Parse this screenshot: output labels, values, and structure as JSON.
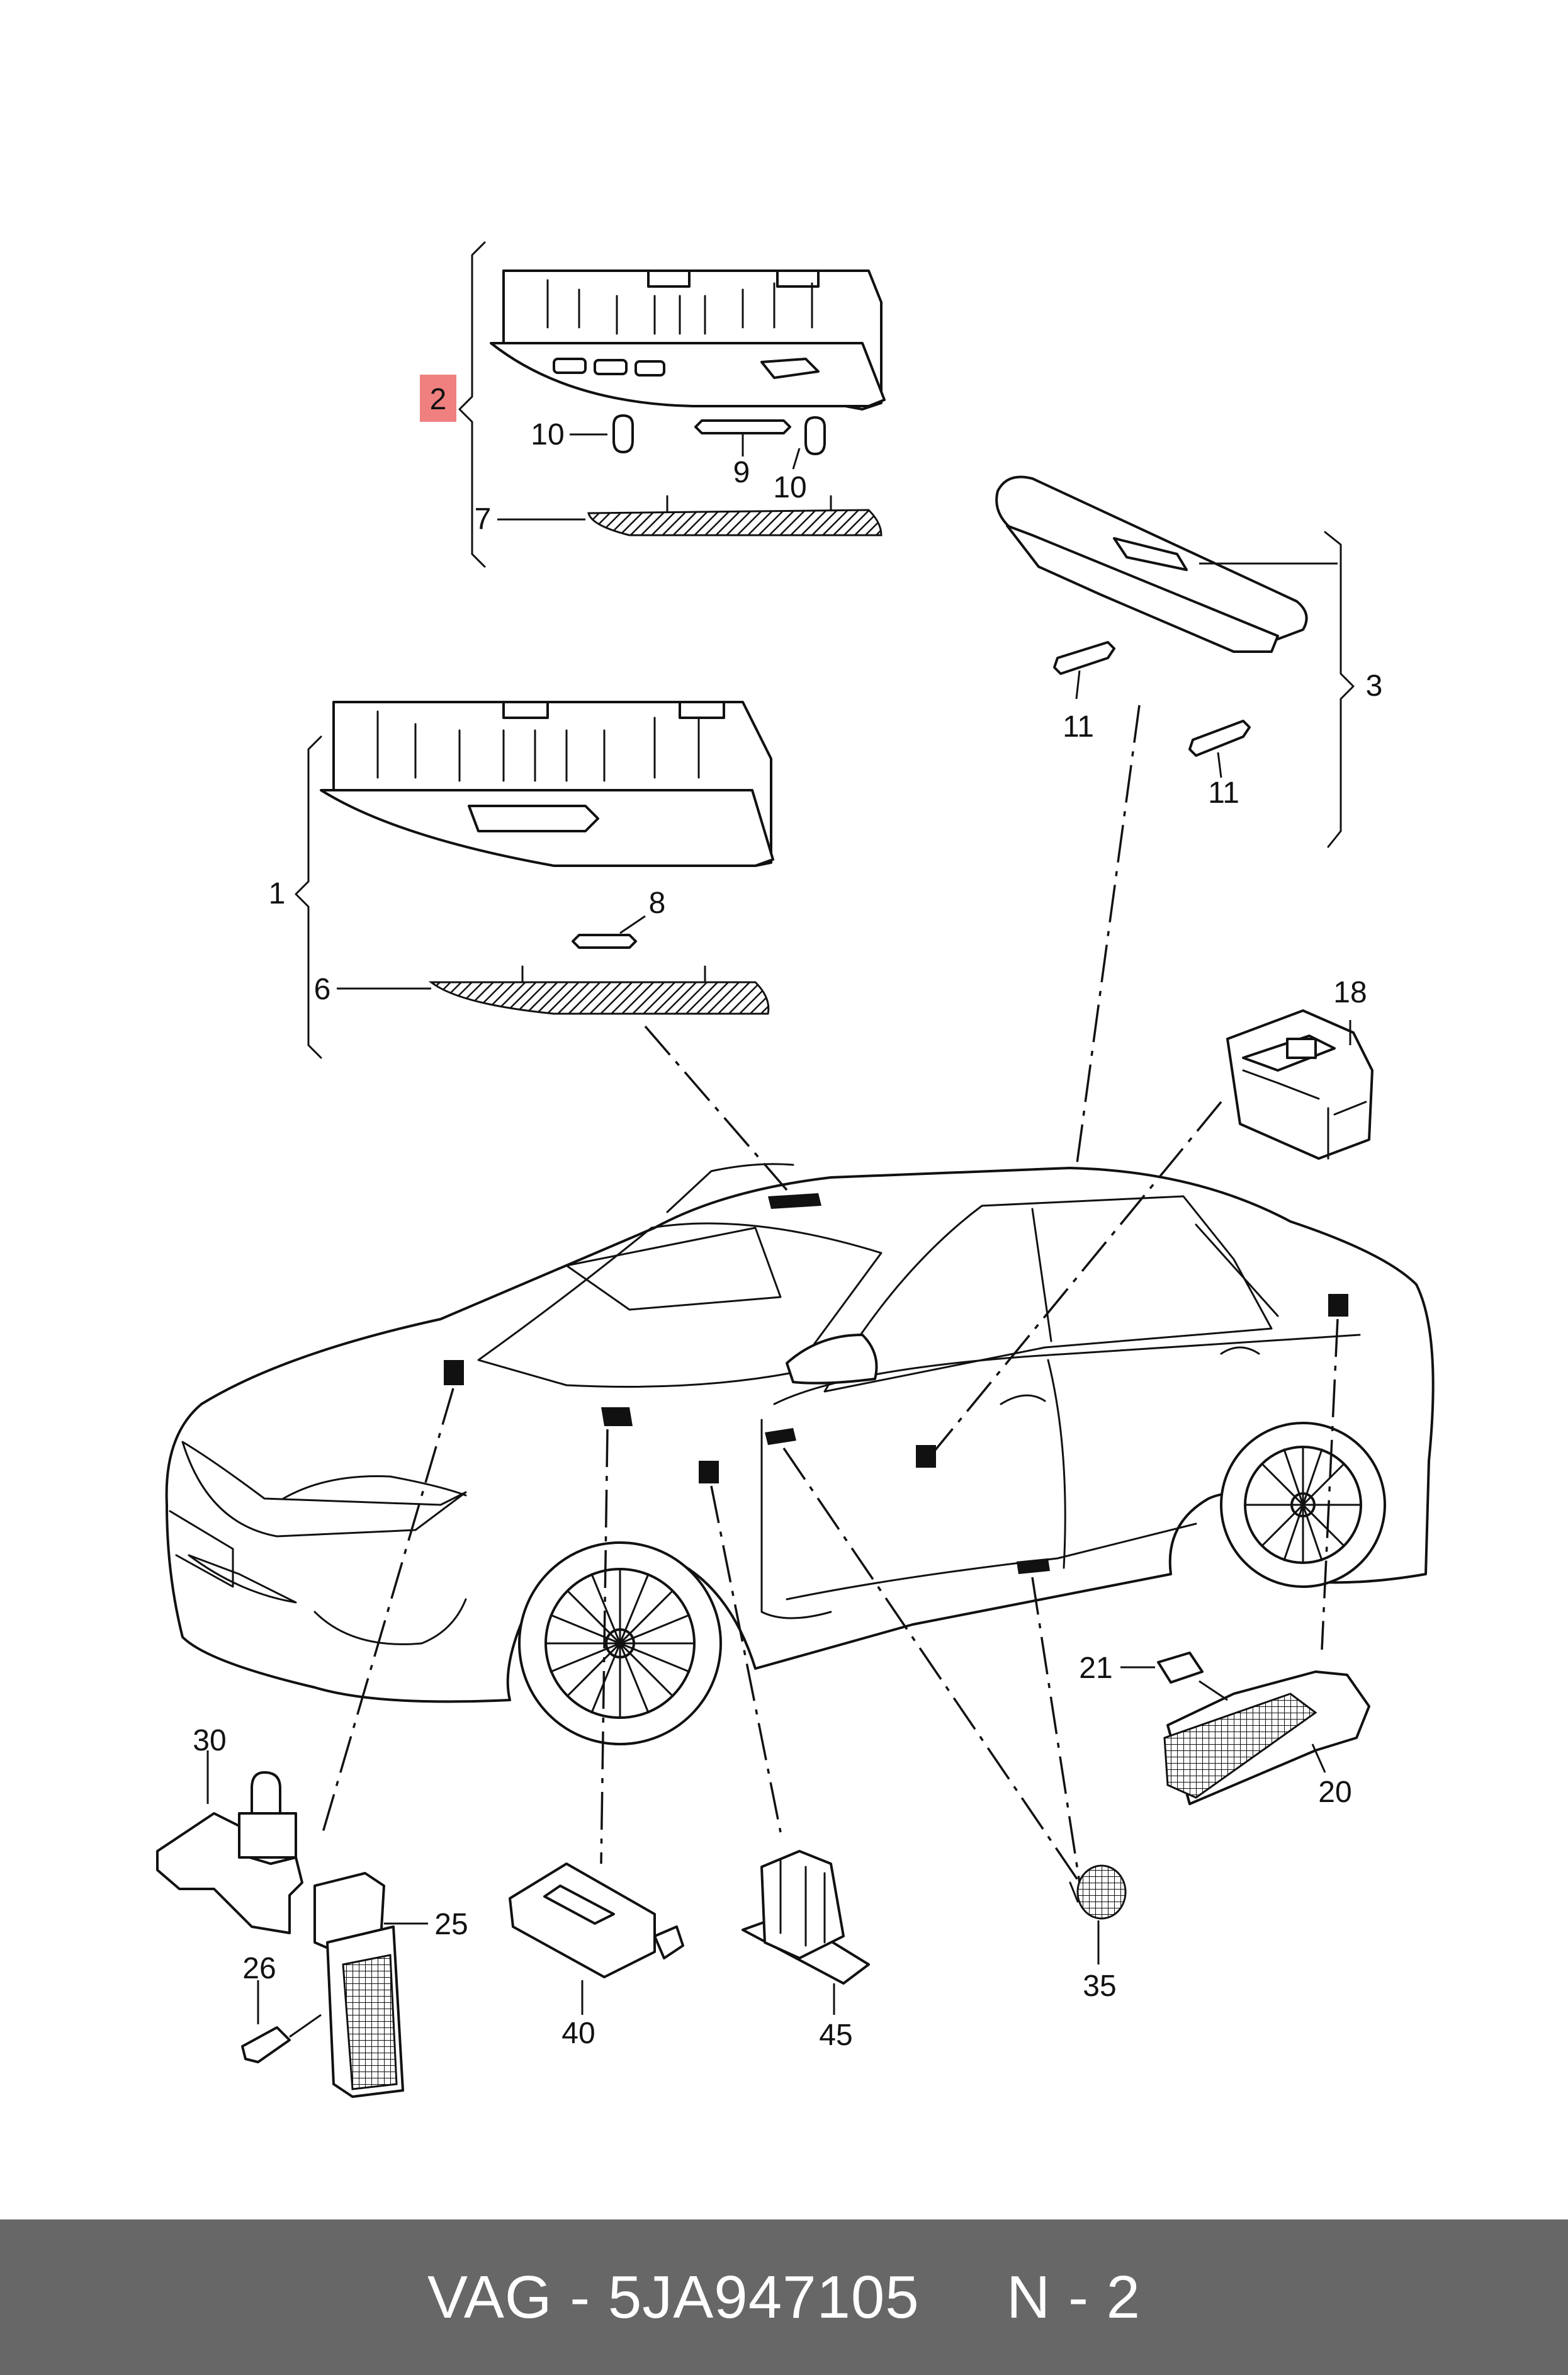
{
  "diagram": {
    "callouts": [
      {
        "id": "1",
        "label": "1"
      },
      {
        "id": "2",
        "label": "2",
        "highlighted": true
      },
      {
        "id": "3",
        "label": "3"
      },
      {
        "id": "6",
        "label": "6"
      },
      {
        "id": "7",
        "label": "7"
      },
      {
        "id": "8",
        "label": "8"
      },
      {
        "id": "9",
        "label": "9"
      },
      {
        "id": "10a",
        "label": "10"
      },
      {
        "id": "10b",
        "label": "10"
      },
      {
        "id": "11a",
        "label": "11"
      },
      {
        "id": "11b",
        "label": "11"
      },
      {
        "id": "18",
        "label": "18"
      },
      {
        "id": "20",
        "label": "20"
      },
      {
        "id": "21",
        "label": "21"
      },
      {
        "id": "25",
        "label": "25"
      },
      {
        "id": "26",
        "label": "26"
      },
      {
        "id": "30",
        "label": "30"
      },
      {
        "id": "35",
        "label": "35"
      },
      {
        "id": "40",
        "label": "40"
      },
      {
        "id": "45",
        "label": "45"
      }
    ],
    "highlight_color": "#f08080",
    "ink_color": "#111111"
  },
  "footer": {
    "text": "VAG - 5JA947105     N - 2",
    "background": "#676767",
    "text_color": "#ffffff"
  }
}
